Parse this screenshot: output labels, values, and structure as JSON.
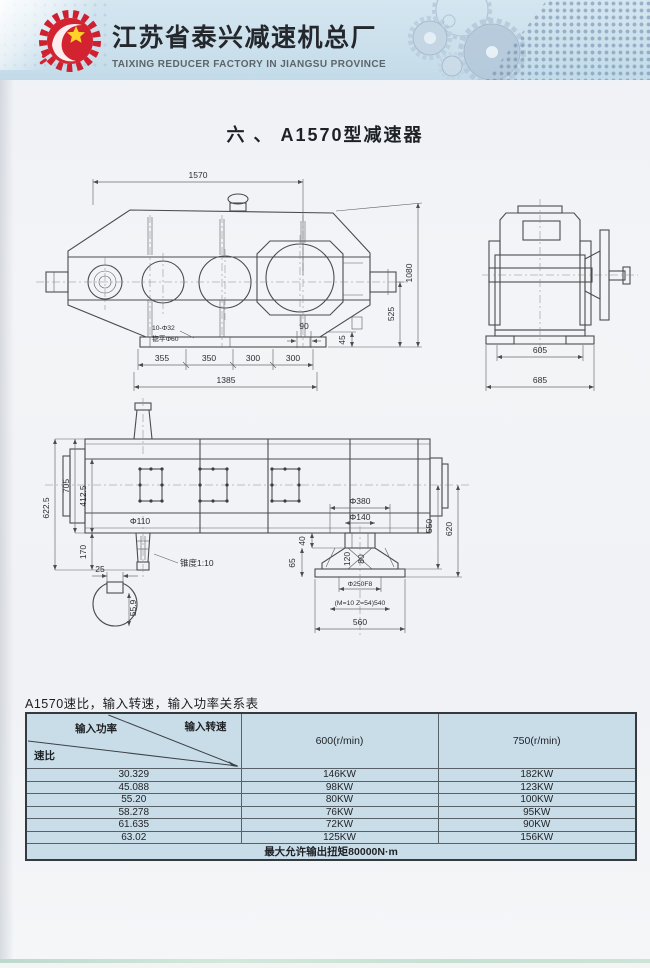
{
  "header": {
    "company_cn": "江苏省泰兴减速机总厂",
    "company_en": "TAIXING REDUCER FACTORY IN JIANGSU PROVINCE"
  },
  "title": "六 、 A1570型减速器",
  "drawings": {
    "side_view": {
      "dim_overall_width": "1570",
      "dim_overall_height": "1080",
      "dim_shaft_to_base": "525",
      "dim_base_thickness": "45",
      "dim_bolt_offset": "90",
      "dim_span_1": "355",
      "dim_span_2": "350",
      "dim_span_3": "300",
      "dim_span_4": "300",
      "dim_base_length": "1385",
      "label_bolt_holes": "10-Φ32",
      "label_spotface": "锪平Φ60"
    },
    "end_view": {
      "dim_body_width": "605",
      "dim_base_width": "685"
    },
    "top_view": {
      "dim_705": "705",
      "dim_622": "622.5",
      "dim_412": "412.5",
      "dim_170": "170",
      "label_input_shaft_dia": "Φ110",
      "label_taper": "锥度1:10",
      "dim_key_width": "25",
      "dim_key_depth": "55.9",
      "label_flange_dia": "Φ380",
      "label_output_shaft_dia": "Φ140",
      "dim_550": "550",
      "dim_620": "620",
      "dim_40": "40",
      "dim_65": "65",
      "dim_120": "120",
      "dim_80": "80",
      "label_bore_fit": "Φ250F8",
      "label_gear_spec": "(M=10 Z=54)540",
      "dim_560": "560"
    }
  },
  "table": {
    "caption": "A1570速比，输入转速，输入功率关系表",
    "corner": {
      "input_power": "输入功率",
      "input_speed": "输入转速",
      "ratio": "速比"
    },
    "columns": [
      "600(r/min)",
      "750(r/min)"
    ],
    "rows": [
      {
        "ratio": "30.329",
        "p600": "146KW",
        "p750": "182KW"
      },
      {
        "ratio": "45.088",
        "p600": "98KW",
        "p750": "123KW"
      },
      {
        "ratio": "55.20",
        "p600": "80KW",
        "p750": "100KW"
      },
      {
        "ratio": "58.278",
        "p600": "76KW",
        "p750": "95KW"
      },
      {
        "ratio": "61.635",
        "p600": "72KW",
        "p750": "90KW"
      },
      {
        "ratio": "63.02",
        "p600": "125KW",
        "p750": "156KW"
      }
    ],
    "footer": "最大允许输出扭矩80000N·m"
  },
  "colors": {
    "header_band": "#cbe0ec",
    "logo_red": "#d02330",
    "star_yellow": "#ffd427",
    "table_bg": "#c9dde9",
    "table_border": "#353a3f"
  }
}
